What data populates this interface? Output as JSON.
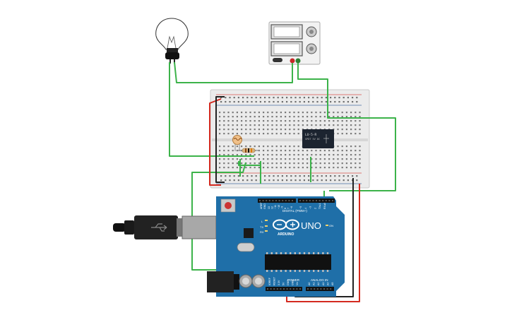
{
  "colors": {
    "wire_green": "#3cb34a",
    "wire_red": "#d42a20",
    "wire_black": "#222222",
    "arduino_blue": "#1f6fa8",
    "breadboard": "#e9e9e9",
    "relay_body": "#1c2430"
  },
  "arduino": {
    "model": "UNO",
    "brand": "ARDUINO",
    "digital_header": "DIGITAL (PWM~)",
    "power_header": "POWER",
    "analog_header": "ANALOG IN",
    "aref": "AREF",
    "gnd": "GND",
    "on": "ON",
    "led_l": "L",
    "led_tx": "TX",
    "led_rx": "RX",
    "digital_pins": [
      "13",
      "12",
      "~11",
      "~10",
      "~9",
      "8",
      "7",
      "~6",
      "~5",
      "4",
      "~3",
      "2",
      "TX▸1",
      "RX◂0"
    ],
    "power_pins": [
      "IOREF",
      "RESET",
      "3.3V",
      "5V",
      "GND",
      "GND",
      "Vin"
    ],
    "analog_pins": [
      "A0",
      "A1",
      "A2",
      "A3",
      "A4",
      "A5"
    ]
  },
  "relay": {
    "label_line1": "LU-5-R",
    "label_line2": "SPDT 5V DC"
  },
  "icons": {
    "bulb": "light-bulb-icon",
    "power_supply": "power-supply-icon",
    "usb": "usb-cable-icon",
    "arduino_logo": "arduino-infinity-logo"
  }
}
